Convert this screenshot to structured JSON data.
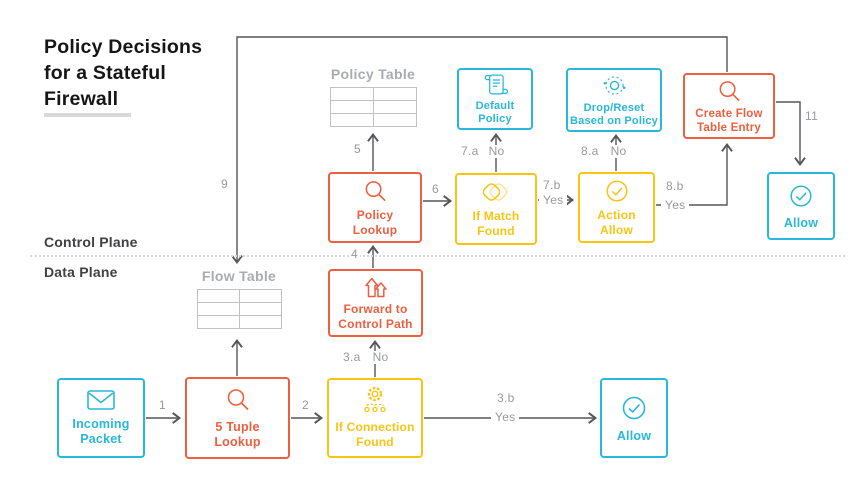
{
  "title": {
    "line1": "Policy Decisions",
    "line2": "for a Stateful",
    "line3": "Firewall"
  },
  "planes": {
    "control": "Control Plane",
    "data": "Data Plane"
  },
  "tables": {
    "policy": {
      "label": "Policy Table",
      "rows": 3,
      "cols": 2
    },
    "flow": {
      "label": "Flow Table",
      "rows": 3,
      "cols": 2
    }
  },
  "nodes": {
    "incoming_packet": {
      "label": "Incoming Packet",
      "icon": "envelope-icon",
      "color": "#29b8d9"
    },
    "tuple_lookup": {
      "label": "5 Tuple Lookup",
      "icon": "search-icon",
      "color": "#ed5f3e"
    },
    "if_connection_found": {
      "label": "If Connection Found",
      "icon": "gear-network-icon",
      "color": "#f9c412"
    },
    "allow_data": {
      "label": "Allow",
      "icon": "check-circle-icon",
      "color": "#29b8d9"
    },
    "forward_control_path": {
      "label": "Forward to Control Path",
      "icon": "forward-arrows-icon",
      "color": "#ed5f3e"
    },
    "policy_lookup": {
      "label": "Policy Lookup",
      "icon": "search-icon",
      "color": "#ed5f3e"
    },
    "if_match_found": {
      "label": "If Match Found",
      "icon": "overlapping-diamonds-icon",
      "color": "#f9c412"
    },
    "action_allow": {
      "label": "Action Allow",
      "icon": "check-circle-icon",
      "color": "#f9c412"
    },
    "default_policy": {
      "label": "Default Policy",
      "icon": "scroll-icon",
      "color": "#29b8d9"
    },
    "drop_reset": {
      "label": "Drop/Reset Based on Policy",
      "icon": "reset-icon",
      "color": "#29b8d9"
    },
    "create_flow_entry": {
      "label": "Create Flow Table Entry",
      "icon": "search-icon",
      "color": "#ed5f3e"
    },
    "allow_control": {
      "label": "Allow",
      "icon": "check-circle-icon",
      "color": "#29b8d9"
    }
  },
  "edges": {
    "e1": {
      "num": "1"
    },
    "e2": {
      "num": "2"
    },
    "e3a": {
      "num": "3.a",
      "word": "No"
    },
    "e3b": {
      "num": "3.b",
      "word": "Yes"
    },
    "e4": {
      "num": "4"
    },
    "e5": {
      "num": "5"
    },
    "e6": {
      "num": "6"
    },
    "e7a": {
      "num": "7.a",
      "word": "No"
    },
    "e7b": {
      "num": "7.b",
      "word": "Yes"
    },
    "e8a": {
      "num": "8.a",
      "word": "No"
    },
    "e8b": {
      "num": "8.b",
      "word": "Yes"
    },
    "e9": {
      "num": "9"
    },
    "e11": {
      "num": "11"
    }
  },
  "colors": {
    "cyan": "#29b8d9",
    "red": "#ed5f3e",
    "yellow": "#f9c412",
    "wire": "#55565a",
    "edge_label": "#97999c",
    "table_gray": "#b2b5b8",
    "title_text": "#161616"
  }
}
